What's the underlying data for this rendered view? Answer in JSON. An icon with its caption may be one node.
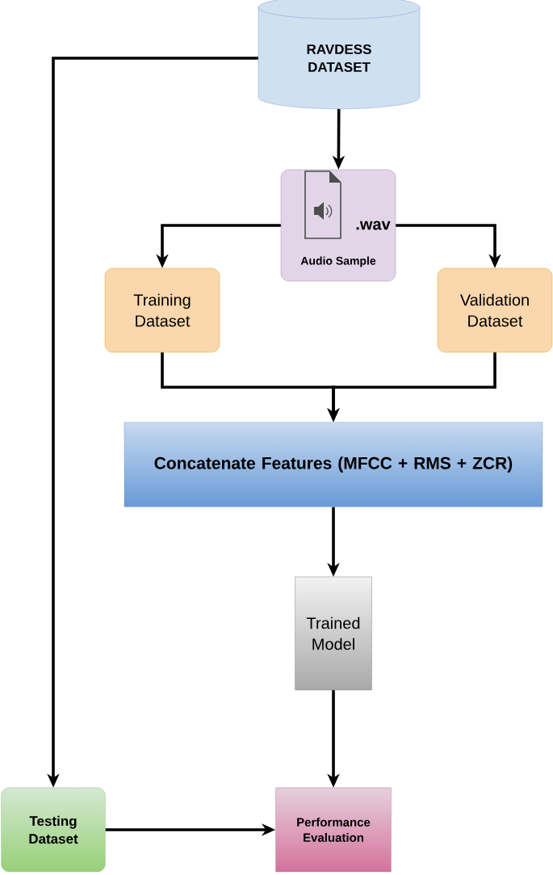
{
  "diagram": {
    "nodes": [
      {
        "text": [
          "RAVDESS DATASET"
        ]
      },
      {
        "text": [
          ".wav",
          "Audio Sample"
        ]
      },
      {
        "text": [
          "Training Dataset"
        ]
      },
      {
        "text": [
          "Validation Dataset"
        ]
      },
      {
        "text": [
          "Concatenate Features (MFCC + RMS + ZCR)"
        ]
      },
      {
        "text": [
          "Trained Model"
        ]
      },
      {
        "text": [
          "Testing Dataset"
        ]
      },
      {
        "text": [
          "Performance Evaluation"
        ]
      }
    ],
    "edges": [
      {
        "from": 0,
        "to": 1,
        "arrow": "to"
      },
      {
        "from": 1,
        "to": 2,
        "arrow": "to"
      },
      {
        "from": 1,
        "to": 3,
        "arrow": "to"
      },
      {
        "from": 2,
        "to": 4,
        "arrow": "to"
      },
      {
        "from": 3,
        "to": 4,
        "arrow": "to"
      },
      {
        "from": 4,
        "to": 5,
        "arrow": "to"
      },
      {
        "from": 5,
        "to": 7,
        "arrow": "to"
      },
      {
        "from": 0,
        "to": 6,
        "arrow": "to"
      },
      {
        "from": 6,
        "to": 7,
        "arrow": "to"
      }
    ]
  }
}
